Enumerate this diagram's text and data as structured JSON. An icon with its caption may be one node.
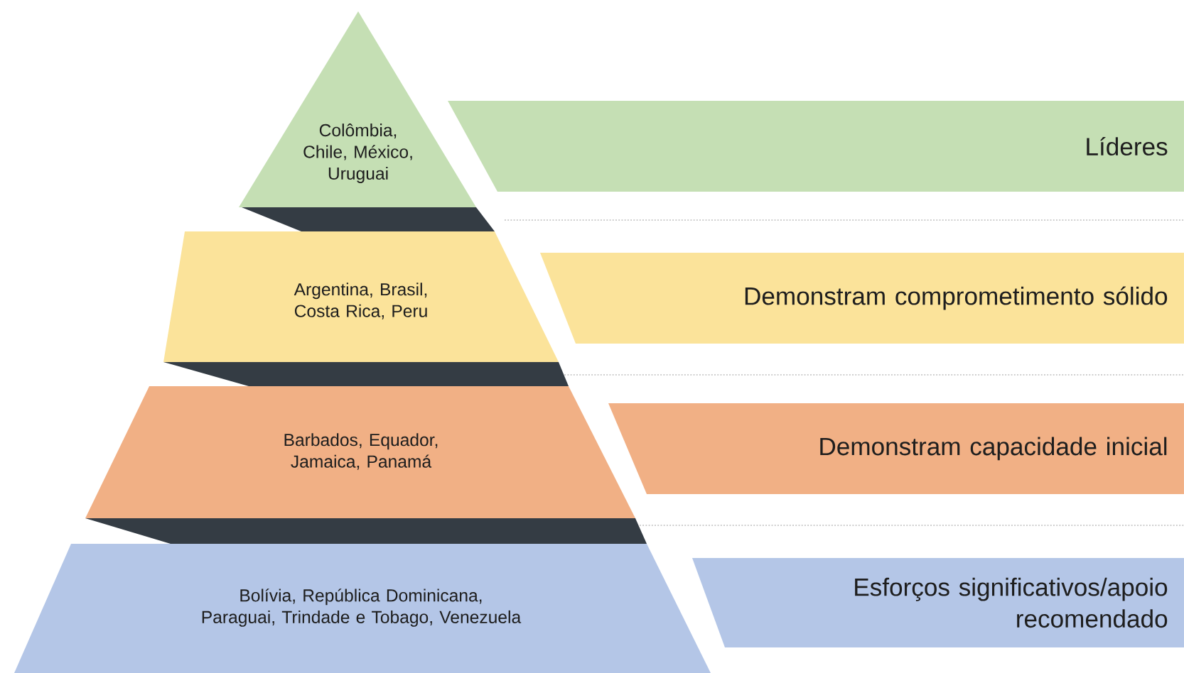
{
  "diagram": {
    "nodes": [
      {
        "text": [
          "Colômbia, Chile, México, Uruguai"
        ]
      },
      {
        "text": [
          "Argentina, Brasil, Costa Rica, Peru"
        ]
      },
      {
        "text": [
          "Barbados, Equador, Jamaica, Panamá"
        ]
      },
      {
        "text": [
          "Bolívia, República Dominicana, Paraguai, Trindade e Tobago, Venezuela"
        ]
      },
      {
        "text": [
          "Líderes"
        ]
      },
      {
        "text": [
          "Demonstram comprometimento sólido"
        ]
      },
      {
        "text": [
          "Demonstram capacidade inicial"
        ]
      },
      {
        "text": [
          "Esforços significativos/apoio recomendado"
        ]
      }
    ],
    "edges": []
  }
}
